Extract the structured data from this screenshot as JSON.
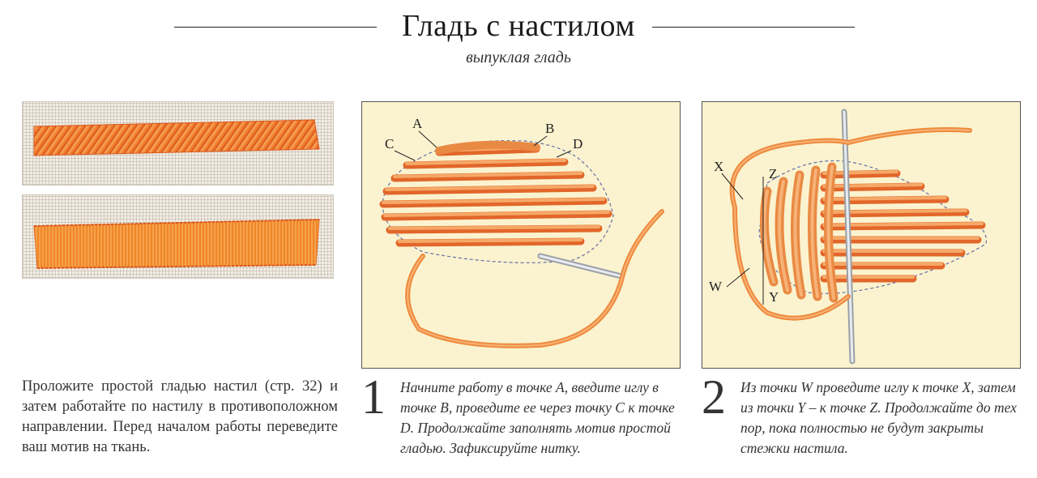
{
  "title": "Гладь с настилом",
  "subtitle": "выпуклая гладь",
  "intro_text": "Проложите простой гладью настил (стр. 32) и затем работайте по настилу в противоположном направлении. Перед началом работы переведите ваш мотив на ткань.",
  "steps": [
    {
      "number": "1",
      "text": "Начните работу в точке A, введите иглу в точке B, проведите ее через точку C к точке D. Продолжайте заполнять мотив простой гладью. Зафиксируйте нитку.",
      "labels": [
        "A",
        "B",
        "C",
        "D"
      ]
    },
    {
      "number": "2",
      "text": "Из точки W проведите иглу к точке X, затем из точки Y – к точке Z. Продолжайте до тех пор, пока полностью не будут закрыты стежки настила.",
      "labels": [
        "X",
        "Z",
        "W",
        "Y"
      ]
    }
  ],
  "colors": {
    "thread_orange": "#f08a3a",
    "thread_dark": "#e0622a",
    "panel_bg": "#fbf3cf",
    "fabric": "#f2ede4"
  }
}
